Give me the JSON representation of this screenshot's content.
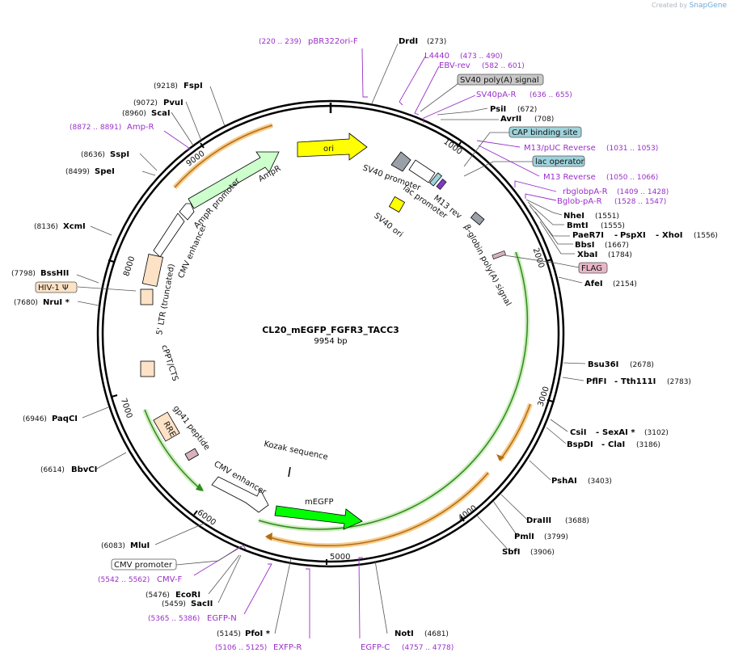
{
  "credit": {
    "prefix": "Created by",
    "brand": "SnapGene"
  },
  "plasmid": {
    "name": "CL20_mEGFP_FGFR3_TACC3",
    "size": "9954 bp"
  },
  "ruler_ticks": [
    "1000",
    "2000",
    "3000",
    "4000",
    "5000",
    "6000",
    "7000",
    "8000",
    "9000"
  ],
  "enzymes": [
    {
      "name": "DrdI",
      "pos": "(273)"
    },
    {
      "name": "PsiI",
      "pos": "(672)"
    },
    {
      "name": "AvrII",
      "pos": "(708)"
    },
    {
      "name": "NheI",
      "pos": "(1551)"
    },
    {
      "name": "BmtI",
      "pos": "(1555)"
    },
    {
      "name": "PaeR7I",
      "extra1": "PspXI",
      "extra2": "XhoI",
      "pos": "(1556)"
    },
    {
      "name": "BbsI",
      "pos": "(1667)"
    },
    {
      "name": "XbaI",
      "pos": "(1784)"
    },
    {
      "name": "AfeI",
      "pos": "(2154)"
    },
    {
      "name": "Bsu36I",
      "pos": "(2678)"
    },
    {
      "name": "PflFI",
      "extra1": "Tth111I",
      "pos": "(2783)"
    },
    {
      "name": "CsiI",
      "extra1": "SexAI *",
      "pos": "(3102)"
    },
    {
      "name": "BspDI",
      "extra1": "ClaI",
      "pos": "(3186)"
    },
    {
      "name": "PshAI",
      "pos": "(3403)"
    },
    {
      "name": "DraIII",
      "pos": "(3688)"
    },
    {
      "name": "PmlI",
      "pos": "(3799)"
    },
    {
      "name": "SbfI",
      "pos": "(3906)"
    },
    {
      "name": "NotI",
      "pos": "(4681)"
    },
    {
      "name": "PfoI *",
      "pos": "(5145)"
    },
    {
      "name": "SacII",
      "pos": "(5459)"
    },
    {
      "name": "EcoRI",
      "pos": "(5476)"
    },
    {
      "name": "MluI",
      "pos": "(6083)"
    },
    {
      "name": "BbvCI",
      "pos": "(6614)"
    },
    {
      "name": "PaqCI",
      "pos": "(6946)"
    },
    {
      "name": "NruI *",
      "pos": "(7680)"
    },
    {
      "name": "BssHII",
      "pos": "(7798)"
    },
    {
      "name": "XcmI",
      "pos": "(8136)"
    },
    {
      "name": "SpeI",
      "pos": "(8499)"
    },
    {
      "name": "SspI",
      "pos": "(8636)"
    },
    {
      "name": "ScaI",
      "pos": "(8960)"
    },
    {
      "name": "PvuI",
      "pos": "(9072)"
    },
    {
      "name": "FspI",
      "pos": "(9218)"
    }
  ],
  "primers": [
    {
      "name": "pBR322ori-F",
      "range": "(220 .. 239)"
    },
    {
      "name": "L4440",
      "range": "(473 .. 490)"
    },
    {
      "name": "EBV-rev",
      "range": "(582 .. 601)"
    },
    {
      "name": "SV40pA-R",
      "range": "(636 .. 655)"
    },
    {
      "name": "M13/pUC Reverse",
      "range": "(1031 .. 1053)"
    },
    {
      "name": "M13 Reverse",
      "range": "(1050 .. 1066)"
    },
    {
      "name": "rbglobpA-R",
      "range": "(1409 .. 1428)"
    },
    {
      "name": "Bglob-pA-R",
      "range": "(1528 .. 1547)"
    },
    {
      "name": "EGFP-C",
      "range": "(4757 .. 4778)"
    },
    {
      "name": "EXFP-R",
      "range": "(5106 .. 5125)"
    },
    {
      "name": "EGFP-N",
      "range": "(5365 .. 5386)"
    },
    {
      "name": "CMV-F",
      "range": "(5542 .. 5562)"
    },
    {
      "name": "Amp-R",
      "range": "(8872 .. 8891)"
    }
  ],
  "boxed_features": [
    {
      "name": "SV40 poly(A) signal",
      "fill": "#c8c8c8"
    },
    {
      "name": "CAP binding site",
      "fill": "#9fd3dc"
    },
    {
      "name": "lac operator",
      "fill": "#9fd3dc"
    },
    {
      "name": "FLAG",
      "fill": "#e8b6c8"
    },
    {
      "name": "CMV promoter",
      "fill": "#ffffff"
    },
    {
      "name": "HIV-1 Ψ",
      "fill": "#fde2c6"
    }
  ],
  "features": [
    {
      "name": "ori",
      "color": "#ffff00"
    },
    {
      "name": "AmpR",
      "color": "#ccffcc"
    },
    {
      "name": "AmpR promoter",
      "color": "#ffffff"
    },
    {
      "name": "SV40 promoter",
      "color": "#9aa0a8"
    },
    {
      "name": "lac promoter",
      "color": "#ffffff"
    },
    {
      "name": "M13 rev",
      "color": "#9fd3dc"
    },
    {
      "name": "SV40 ori",
      "color": "#ffff00"
    },
    {
      "name": "β-globin poly(A) signal",
      "color": "#9aa0a8"
    },
    {
      "name": "CMV enhancer",
      "color": "#ffffff"
    },
    {
      "name": "5' LTR (truncated)",
      "color": "#fde2c6"
    },
    {
      "name": "cPPT/CTS",
      "color": "#fde2c6"
    },
    {
      "name": "RRE",
      "color": "#fde2c6"
    },
    {
      "name": "gp41 peptide",
      "color": "#d8b0c0"
    },
    {
      "name": "CMV enhancer",
      "color": "#ffffff"
    },
    {
      "name": "Kozak sequence",
      "color": "#000000"
    },
    {
      "name": "mEGFP",
      "color": "#00ff00"
    }
  ],
  "colors": {
    "primer": "#9a2fc9",
    "orf_orange": "#f0a43a",
    "orf_green": "#3aa82a"
  }
}
